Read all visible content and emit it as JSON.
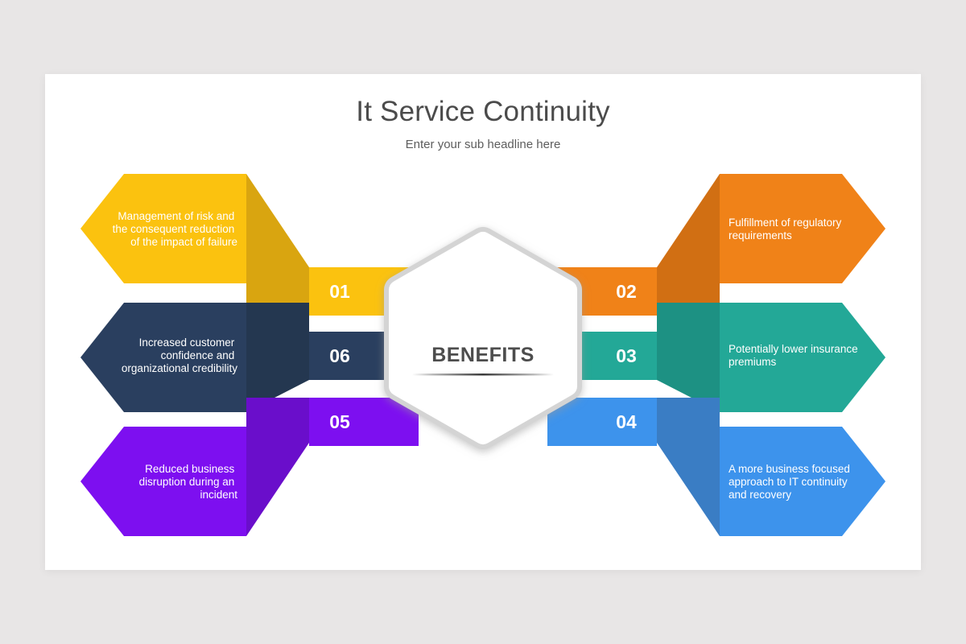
{
  "slide": {
    "title": "It Service Continuity",
    "subtitle": "Enter your sub headline here",
    "background_color": "#e8e6e6",
    "card_color": "#ffffff"
  },
  "center": {
    "label": "BENEFITS",
    "fill": "#ffffff",
    "border": "#d4d4d4",
    "text_color": "#4d4d4d"
  },
  "items": [
    {
      "number": "01",
      "side": "left",
      "row": 0,
      "color": "#fbc20f",
      "shade": "#d9a510",
      "lines": [
        "Management of risk and",
        "the consequent reduction",
        "of the impact of failure"
      ]
    },
    {
      "number": "02",
      "side": "right",
      "row": 0,
      "color": "#f08218",
      "shade": "#d16f13",
      "lines": [
        "Fulfillment of regulatory",
        "requirements"
      ]
    },
    {
      "number": "03",
      "side": "right",
      "row": 1,
      "color": "#23a897",
      "shade": "#1d9183",
      "lines": [
        "Potentially lower insurance",
        "premiums"
      ]
    },
    {
      "number": "04",
      "side": "right",
      "row": 2,
      "color": "#3d93ec",
      "shade": "#3a7dc4",
      "lines": [
        "A more business focused",
        "approach to IT continuity",
        "and recovery"
      ]
    },
    {
      "number": "05",
      "side": "left",
      "row": 2,
      "color": "#7d0ff0",
      "shade": "#6a0ecb",
      "lines": [
        "Reduced business",
        "disruption during an",
        "incident"
      ]
    },
    {
      "number": "06",
      "side": "left",
      "row": 1,
      "color": "#2a3f5f",
      "shade": "#243750",
      "lines": [
        "Increased customer",
        "confidence and",
        "organizational credibility"
      ]
    }
  ]
}
